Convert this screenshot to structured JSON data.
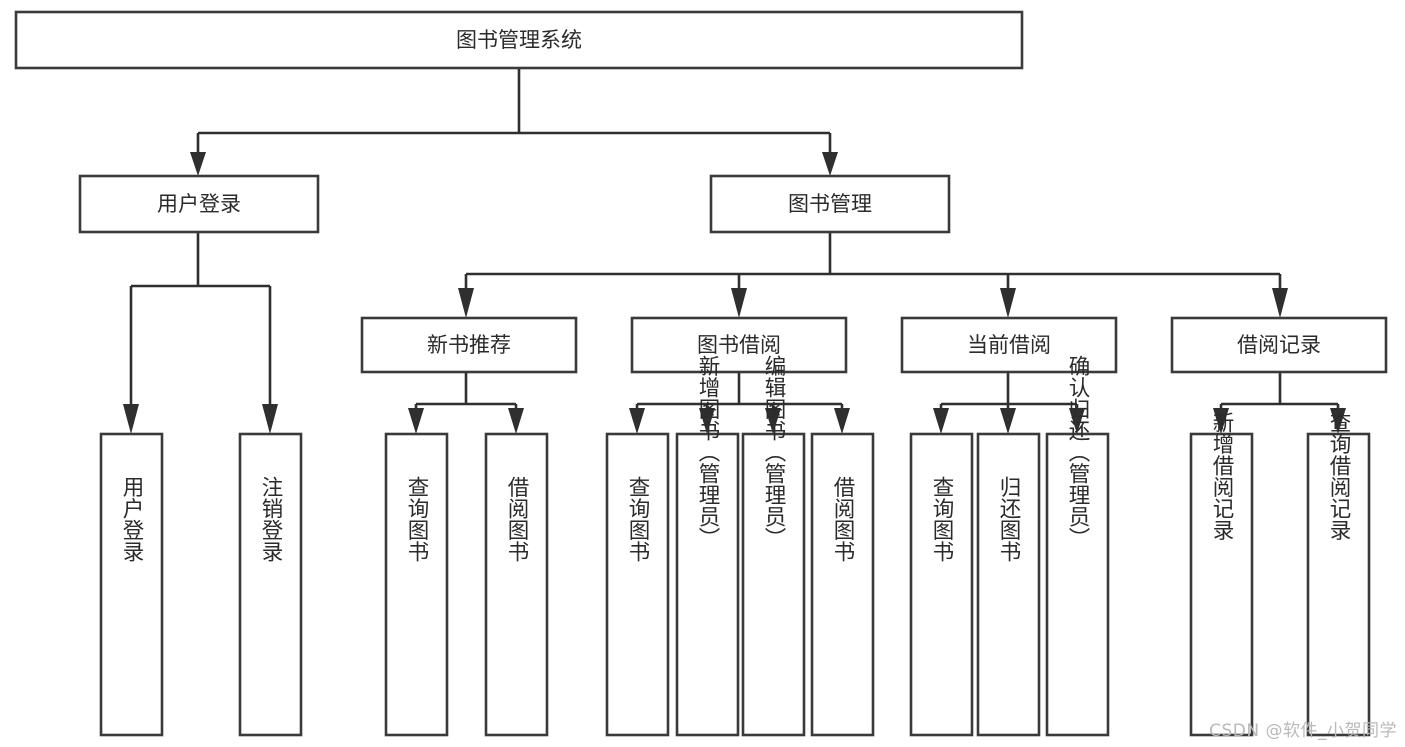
{
  "diagram": {
    "title": "图书管理系统",
    "type": "tree-hierarchy",
    "watermark": "CSDN @软件_小贺同学",
    "colors": {
      "box_border": "#3a3a3a",
      "connector": "#2f2f2f",
      "text": "#2b2b2b",
      "background": "#ffffff",
      "watermark": "#b9b9b9"
    },
    "root": {
      "label": "图书管理系统"
    },
    "level2": [
      {
        "id": "user-login",
        "label": "用户登录"
      },
      {
        "id": "book-management",
        "label": "图书管理"
      }
    ],
    "level3": [
      {
        "id": "new-book-recommend",
        "label": "新书推荐",
        "parent": "book-management"
      },
      {
        "id": "book-borrow",
        "label": "图书借阅",
        "parent": "book-management"
      },
      {
        "id": "current-borrow",
        "label": "当前借阅",
        "parent": "book-management"
      },
      {
        "id": "borrow-record",
        "label": "借阅记录",
        "parent": "book-management"
      }
    ],
    "leaves": {
      "user-login": [
        {
          "id": "leaf-user-login",
          "label": "用户登录"
        },
        {
          "id": "leaf-logout-login",
          "label": "注销登录"
        }
      ],
      "new-book-recommend": [
        {
          "id": "leaf-query-book-1",
          "label": "查询图书"
        },
        {
          "id": "leaf-borrow-book-1",
          "label": "借阅图书"
        }
      ],
      "book-borrow": [
        {
          "id": "leaf-query-book-2",
          "label": "查询图书"
        },
        {
          "id": "leaf-add-book",
          "label": "新增图书（管理员）"
        },
        {
          "id": "leaf-edit-book",
          "label": "编辑图书（管理员）"
        },
        {
          "id": "leaf-borrow-book-2",
          "label": "借阅图书"
        }
      ],
      "current-borrow": [
        {
          "id": "leaf-query-book-3",
          "label": "查询图书"
        },
        {
          "id": "leaf-return-book",
          "label": "归还图书"
        },
        {
          "id": "leaf-confirm-return",
          "label": "确认归还（管理员）"
        }
      ],
      "borrow-record": [
        {
          "id": "leaf-add-record",
          "label": "新增借阅记录"
        },
        {
          "id": "leaf-query-record",
          "label": "查询借阅记录"
        }
      ]
    }
  }
}
